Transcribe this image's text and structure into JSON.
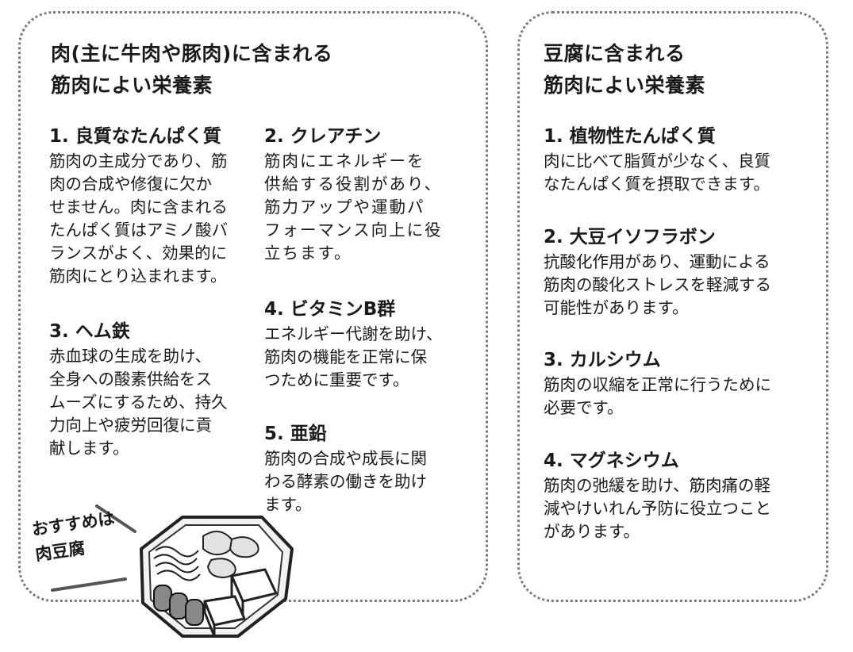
{
  "left_panel": {
    "title_lines": [
      "肉(主に牛肉や豚肉)に含まれる",
      "筋肉によい栄養素"
    ],
    "items": [
      {
        "heading": "1. 良質なたんぱく質",
        "lines": [
          "筋肉の主成分であり、筋",
          "肉の合成や修復に欠か",
          "せません。肉に含まれる",
          "たんぱく質はアミノ酸バ",
          "ランスがよく、効果的に",
          "筋肉にとり込まれます。"
        ]
      },
      {
        "heading": "2. クレアチン",
        "lines": [
          "筋肉にエネルギーを",
          "供給する役割があり、",
          "筋力アップや運動パ",
          "フォーマンス向上に役",
          "立ちます。"
        ]
      },
      {
        "heading": "3. ヘム鉄",
        "lines": [
          "赤血球の生成を助け、",
          "全身への酸素供給をス",
          "ムーズにするため、持久",
          "力向上や疲労回復に貢",
          "献します。"
        ]
      },
      {
        "heading": "4. ビタミンB群",
        "lines": [
          "エネルギー代謝を助け、",
          "筋肉の機能を正常に保",
          "つために重要です。"
        ]
      },
      {
        "heading": "5. 亜鉛",
        "lines": [
          "筋肉の合成や成長に関",
          "わる酵素の働きを助け",
          "ます。"
        ]
      }
    ],
    "callout_lines": [
      "おすすめは",
      "肉豆腐"
    ]
  },
  "right_panel": {
    "title_lines": [
      "豆腐に含まれる",
      "筋肉によい栄養素"
    ],
    "items": [
      {
        "heading": "1. 植物性たんぱく質",
        "lines": [
          "肉に比べて脂質が少なく、良質",
          "なたんぱく質を摂取できます。"
        ]
      },
      {
        "heading": "2. 大豆イソフラボン",
        "lines": [
          "抗酸化作用があり、運動による",
          "筋肉の酸化ストレスを軽減する",
          "可能性があります。"
        ]
      },
      {
        "heading": "3. カルシウム",
        "lines": [
          "筋肉の収縮を正常に行うために",
          "必要です。"
        ]
      },
      {
        "heading": "4. マグネシウム",
        "lines": [
          "筋肉の弛緩を助け、筋肉痛の軽",
          "減やけいれん予防に役立つこと",
          "があります。"
        ]
      }
    ]
  },
  "icons": {
    "illustration": "niku-dofu-bowl-icon"
  }
}
